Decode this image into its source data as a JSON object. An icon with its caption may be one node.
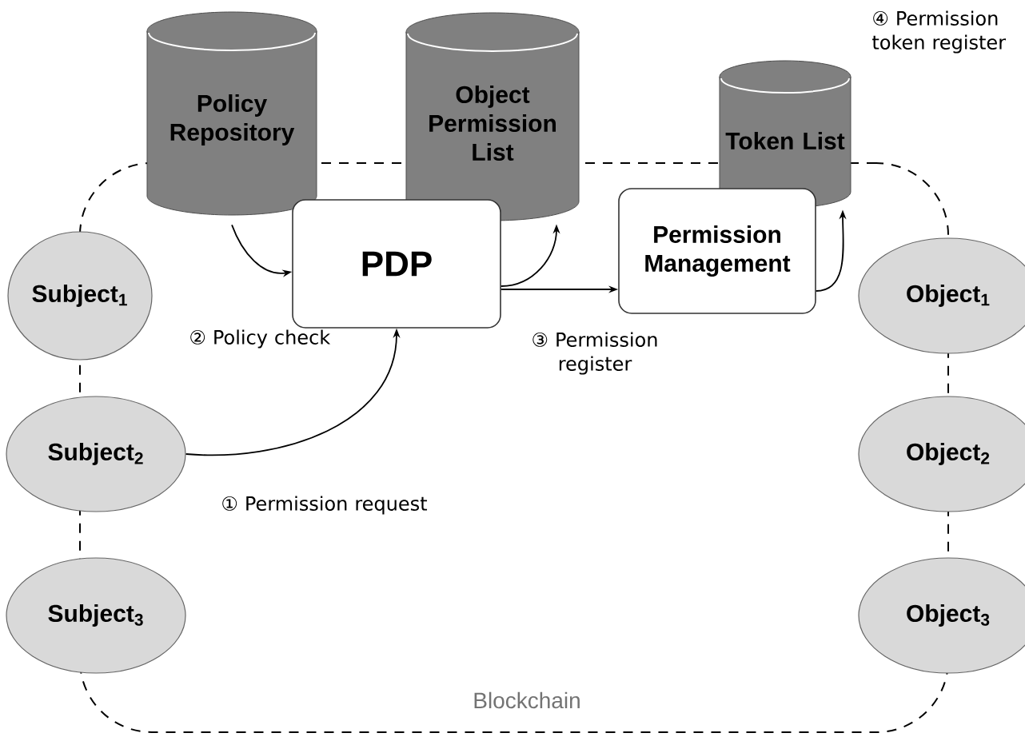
{
  "diagram": {
    "nodes": [
      {
        "text": [
          "Blockchain"
        ]
      },
      {
        "text": [
          "Policy Repository"
        ]
      },
      {
        "text": [
          "Object Permission List"
        ]
      },
      {
        "text": [
          "Token List"
        ]
      },
      {
        "text": [
          "PDP"
        ],
        "in": 0
      },
      {
        "text": [
          "Permission Management"
        ],
        "in": 0
      },
      {
        "text": [
          "Subject$_{1}$"
        ]
      },
      {
        "text": [
          "Subject$_{2}$"
        ]
      },
      {
        "text": [
          "Subject$_{3}$"
        ]
      },
      {
        "text": [
          "Object$_{1}$"
        ]
      },
      {
        "text": [
          "Object$_{2}$"
        ]
      },
      {
        "text": [
          "Object$_{3}$"
        ]
      }
    ],
    "edges": [
      {
        "from": 1,
        "to": 4,
        "arrow": "to"
      },
      {
        "from": 4,
        "to": 2,
        "arrow": "to"
      },
      {
        "from": 4,
        "to": 5,
        "arrow": "to"
      },
      {
        "from": 5,
        "to": 3,
        "arrow": "to"
      },
      {
        "from": 7,
        "to": 4,
        "arrow": "to"
      }
    ],
    "labels": [
      "④ Permission token register",
      "② Policy check",
      "③ Permission register",
      "① Permission request"
    ]
  }
}
